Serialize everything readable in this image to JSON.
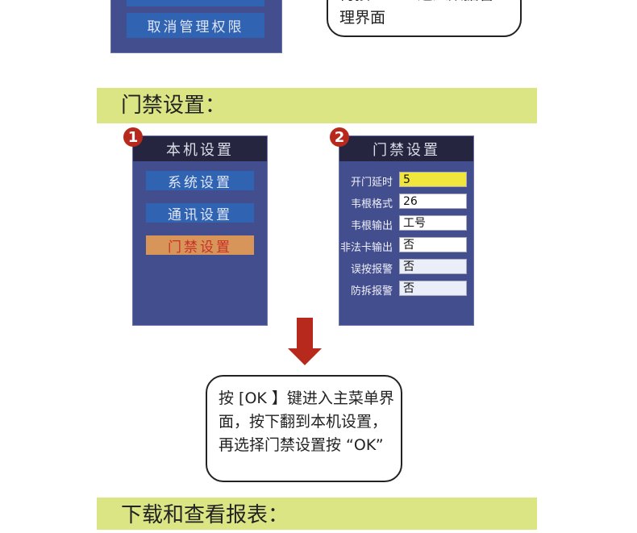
{
  "top": {
    "button_partial": "",
    "button": "取消管理权限",
    "bubble_line1": "再按 “OK” 进入数据管",
    "bubble_line2": "理界面"
  },
  "section1": {
    "title": "门禁设置："
  },
  "panel1": {
    "badge": "1",
    "title": "本机设置",
    "items": [
      "系统设置",
      "通讯设置",
      "门禁设置"
    ]
  },
  "panel2": {
    "badge": "2",
    "title": "门禁设置",
    "rows": [
      {
        "label": "开门延时",
        "value": "5"
      },
      {
        "label": "韦根格式",
        "value": "26"
      },
      {
        "label": "韦根输出",
        "value": "工号"
      },
      {
        "label": "非法卡输出",
        "value": "否"
      },
      {
        "label": "误按报警",
        "value": "否"
      },
      {
        "label": "防拆报警",
        "value": "否"
      }
    ]
  },
  "instruction": {
    "lines": [
      "按 [OK 】键进入主菜单界",
      "面，按下翻到本机设置，",
      "再选择门禁设置按 “OK”"
    ]
  },
  "section2": {
    "title": "下载和查看报表："
  },
  "colors": {
    "band": "#dbe584",
    "panel": "#434e8f",
    "button": "#3163b3",
    "selected": "#d8955a",
    "highlight": "#f0e63c",
    "arrow": "#b7291c"
  }
}
